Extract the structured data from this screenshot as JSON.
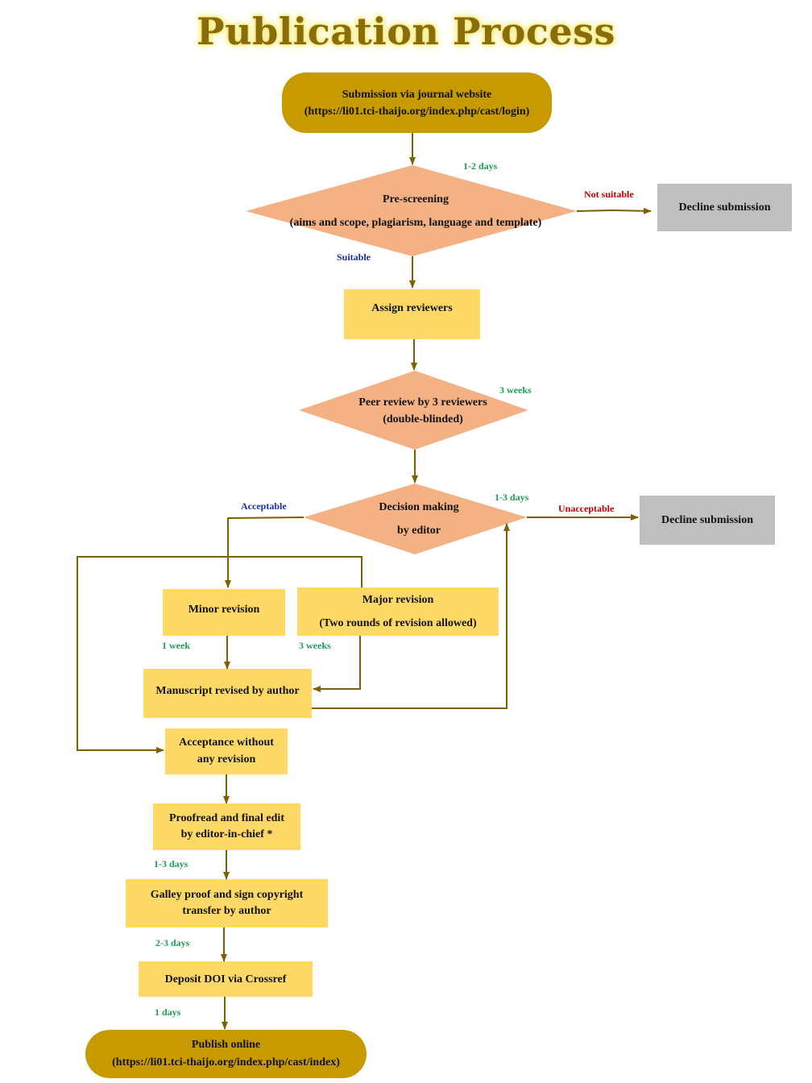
{
  "title": "Publication Process",
  "nodes": {
    "submission": {
      "line1": "Submission via journal website",
      "line2": "(https://li01.tci-thaijo.org/index.php/cast/login)"
    },
    "prescreening": {
      "line1": "Pre-screening",
      "line2": "(aims and scope, plagiarism, language and template)"
    },
    "decline1": "Decline submission",
    "assign": "Assign reviewers",
    "peer_review": {
      "line1": "Peer review by 3 reviewers",
      "line2": "(double-blinded)"
    },
    "decision": {
      "line1": "Decision making",
      "line2": "by editor"
    },
    "decline2": "Decline submission",
    "minor": "Minor revision",
    "major": {
      "line1": "Major revision",
      "line2": "(Two rounds of revision allowed)"
    },
    "revised": "Manuscript revised by author",
    "acceptance": {
      "line1": "Acceptance without",
      "line2": "any revision"
    },
    "proofread": {
      "line1": "Proofread and final edit",
      "line2": "by editor-in-chief *"
    },
    "galley": {
      "line1": "Galley proof and sign copyright",
      "line2": "transfer by author"
    },
    "doi": "Deposit DOI via Crossref",
    "publish": {
      "line1": "Publish online",
      "line2": "(https://li01.tci-thaijo.org/index.php/cast/index)"
    }
  },
  "labels": {
    "days_1_2": "1-2 days",
    "not_suitable": "Not suitable",
    "suitable": "Suitable",
    "weeks_3_review": "3 weeks",
    "days_1_3_decision": "1-3 days",
    "unacceptable": "Unacceptable",
    "acceptable": "Acceptable",
    "week_1": "1 week",
    "weeks_3_major": "3 weeks",
    "days_1_3_proof": "1-3 days",
    "days_2_3": "2-3 days",
    "days_1": "1 days"
  },
  "colors": {
    "pill": "#c79a00",
    "diamond": "#f4b183",
    "box": "#ffd966",
    "decline": "#bfbfbf",
    "arrow": "#7f6000",
    "time_label": "#1e9e56",
    "negative_label": "#c00000",
    "positive_label": "#1a2fa8"
  }
}
